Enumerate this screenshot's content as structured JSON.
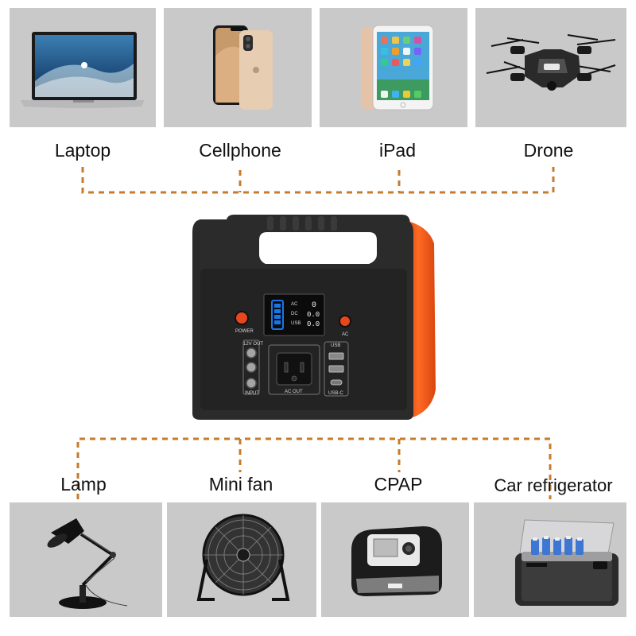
{
  "top_devices": [
    {
      "label": "Laptop"
    },
    {
      "label": "Cellphone"
    },
    {
      "label": "iPad"
    },
    {
      "label": "Drone"
    }
  ],
  "bottom_devices": [
    {
      "label": "Lamp"
    },
    {
      "label": "Mini fan"
    },
    {
      "label": "CPAP"
    },
    {
      "label": "Car refrigerator"
    }
  ],
  "station": {
    "power_label": "POWER",
    "ac_label": "AC",
    "dc_out_label": "12V OUT",
    "input_label": "INPUT",
    "ac_out_label": "AC OUT",
    "usb_label": "USB",
    "usb_c_label": "USB-C",
    "lcd_labels": [
      "AC",
      "DC",
      "USB"
    ],
    "lcd_values": [
      "0",
      "0.0",
      "0.0"
    ]
  },
  "colors": {
    "panel": "#c9c9c9",
    "connector": "#c77b2c",
    "station_body": "#2b2b2c",
    "accent_orange": "#e8541a",
    "lcd": "#1877e6"
  }
}
